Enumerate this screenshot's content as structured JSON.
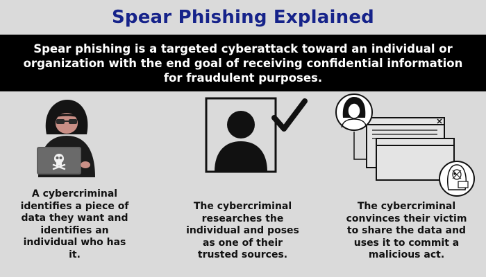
{
  "header": {
    "title": "Spear Phishing Explained"
  },
  "banner": {
    "text": "Spear phishing is a targeted cyberattack toward an individual or organization with the end goal of receiving confidential information for fraudulent purposes."
  },
  "steps": [
    {
      "text": "A cybercriminal\nidentifies a piece of\ndata they want and\nidentifies an\nindividual who has\nit.",
      "icon": "hooded-hacker-icon"
    },
    {
      "text": "The cybercriminal\nresearches the\nindividual and poses\nas one of their\ntrusted sources.",
      "icon": "verified-profile-icon"
    },
    {
      "text": "The cybercriminal\nconvinces their victim\nto share the data and\nuses it to commit a\nmalicious act.",
      "icon": "victim-hacker-window-icon"
    }
  ],
  "colors": {
    "title": "#16238a",
    "banner_bg": "#000000",
    "banner_text": "#ffffff",
    "page_bg": "#dadada",
    "body_text": "#111111"
  }
}
